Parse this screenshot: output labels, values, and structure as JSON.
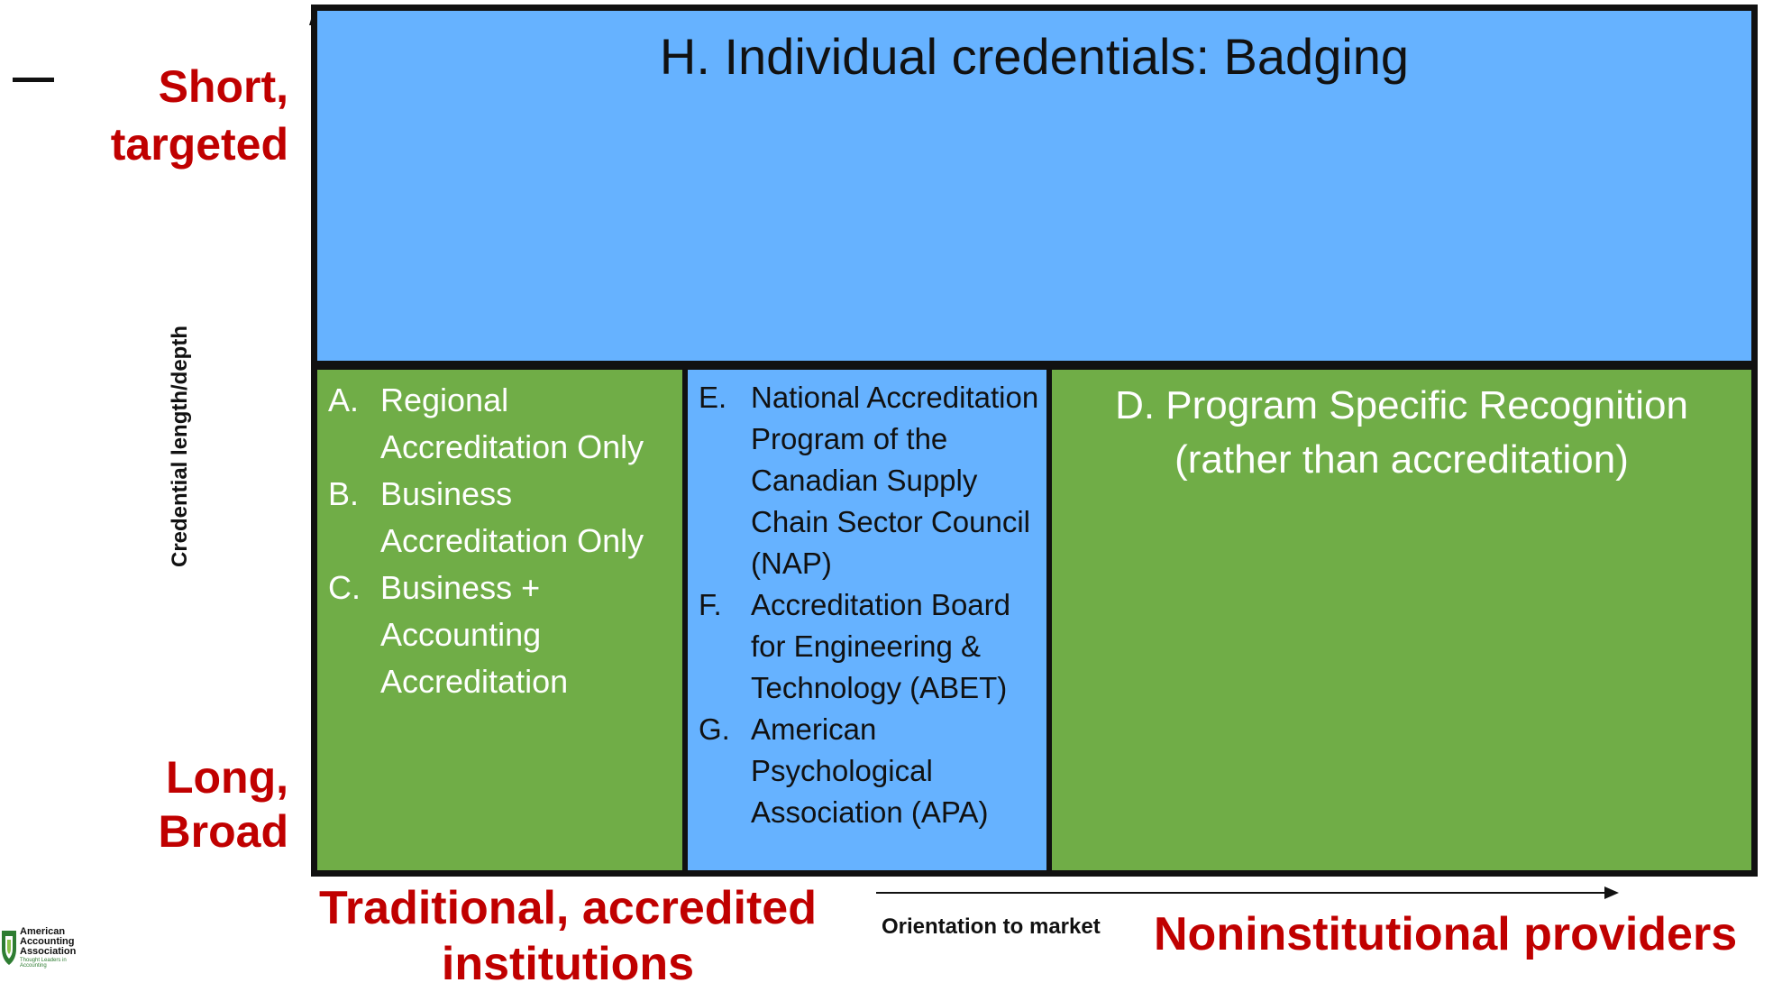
{
  "y_axis": {
    "top_label": "Short,\ntargeted",
    "top_label_lines": [
      "Short,",
      "targeted"
    ],
    "bottom_label_lines": [
      "Long,",
      "Broad"
    ],
    "title": "Credential length/depth"
  },
  "x_axis": {
    "title": "Orientation to market",
    "left_label_lines": [
      "Traditional, accredited",
      "institutions"
    ],
    "right_label": "Noninstitutional providers"
  },
  "cells": {
    "h": {
      "title": "H.  Individual credentials: Badging"
    },
    "abc": {
      "items": [
        {
          "letter": "A.",
          "text": "Regional Accreditation Only"
        },
        {
          "letter": "B.",
          "text": "Business Accreditation Only"
        },
        {
          "letter": "C.",
          "text": "Business + Accounting Accreditation"
        }
      ]
    },
    "efg": {
      "items": [
        {
          "letter": "E.",
          "text": "National Accreditation Program of the Canadian Supply Chain Sector Council (NAP)"
        },
        {
          "letter": "F.",
          "text": "Accreditation Board for Engineering & Technology (ABET)"
        },
        {
          "letter": "G.",
          "text": "American Psychological Association (APA)"
        }
      ]
    },
    "d": {
      "lines": [
        "D. Program Specific Recognition",
        "(rather than accreditation)"
      ]
    }
  },
  "logo": {
    "name_lines": [
      "American",
      "Accounting",
      "Association"
    ],
    "tagline": "Thought Leaders in Accounting"
  },
  "colors": {
    "blue": "#66b2ff",
    "green": "#70ad47",
    "red": "#c00000",
    "border": "#111111"
  }
}
